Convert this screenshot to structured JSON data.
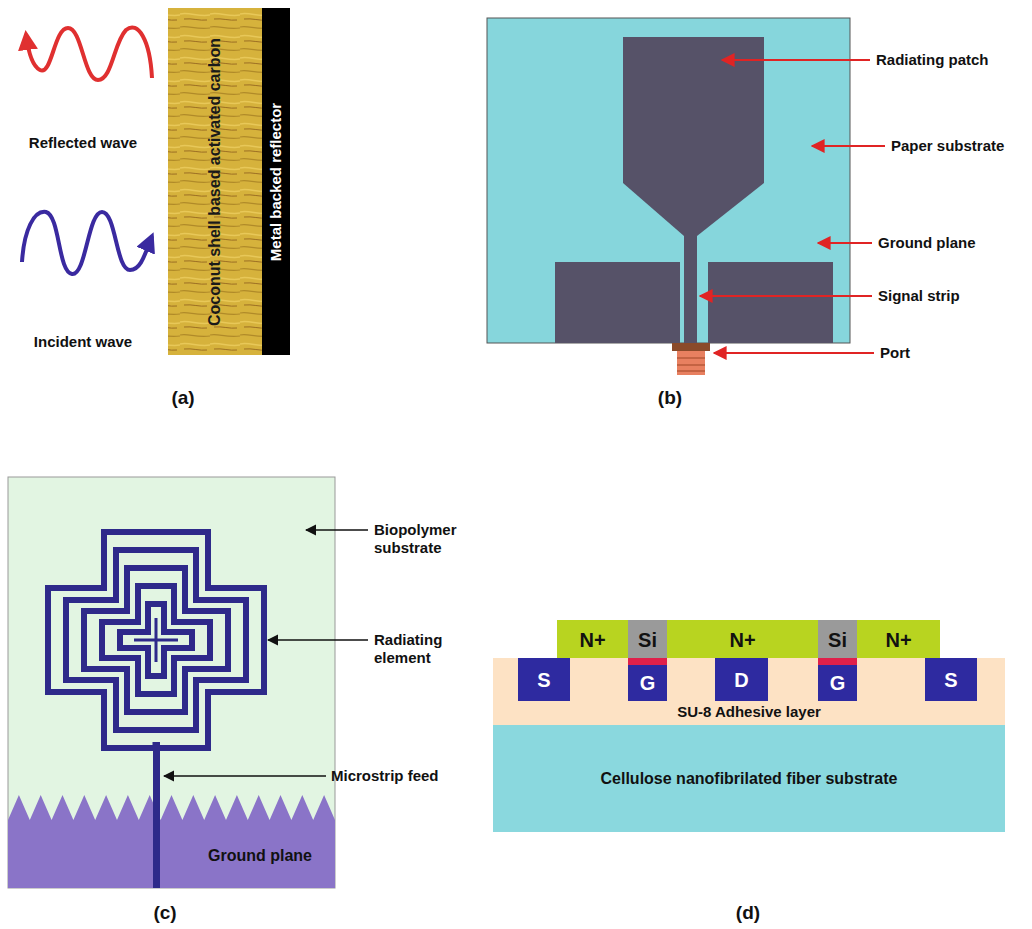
{
  "diagram": {
    "nodes": [
      {
        "text": [
          "Coconut shell based activated carbon"
        ]
      },
      {
        "text": [
          "Metal backed reflector"
        ]
      },
      {
        "text": [
          "Ground plane"
        ]
      },
      {
        "text": [
          "N+"
        ]
      },
      {
        "text": [
          "Si"
        ]
      },
      {
        "text": [
          "N+"
        ]
      },
      {
        "text": [
          "Si"
        ]
      },
      {
        "text": [
          "N+"
        ]
      },
      {
        "text": [
          "SU-8 Adhesive layer"
        ]
      },
      {
        "text": [
          "S"
        ],
        "in": 8
      },
      {
        "text": [
          "G"
        ],
        "in": 8
      },
      {
        "text": [
          "D"
        ],
        "in": 8
      },
      {
        "text": [
          "G"
        ],
        "in": 8
      },
      {
        "text": [
          "S"
        ],
        "in": 8
      },
      {
        "text": [
          "Cellulose nanofibrilated fiber substrate"
        ]
      }
    ],
    "labels": [
      "Reflected wave",
      "Incident wave",
      "(a)",
      "Radiating patch",
      "Paper substrate",
      "Ground plane",
      "Signal strip",
      "Port",
      "(b)",
      "Biopolymer substrate",
      "Radiating element",
      "Microstrip feed",
      "(c)",
      "(d)"
    ]
  }
}
